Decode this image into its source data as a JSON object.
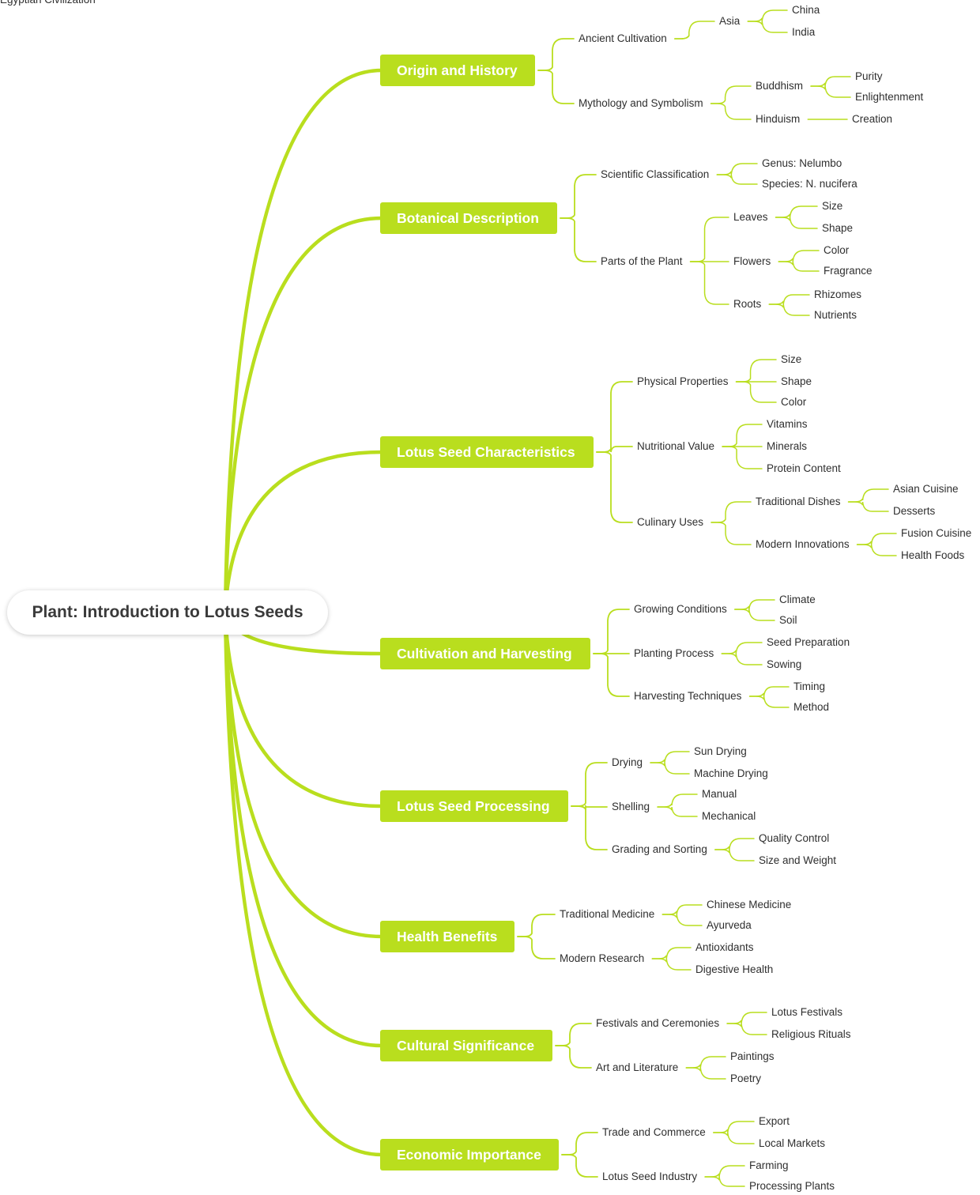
{
  "root": {
    "label": "Plant: Introduction to Lotus Seeds"
  },
  "colors": {
    "line": "#b9de1e",
    "branch_fill": "#b9de1e",
    "branch_text": "#ffffff",
    "text": "#2f2f2f"
  },
  "branches": [
    {
      "label": "Origin and History",
      "children": [
        {
          "label": "Ancient Cultivation",
          "children": [
            {
              "label": "Asia",
              "children": [
                {
                  "label": "China"
                },
                {
                  "label": "India"
                }
              ]
            },
            {
              "label": "Egyptian Civilization"
            }
          ]
        },
        {
          "label": "Mythology and Symbolism",
          "children": [
            {
              "label": "Buddhism",
              "children": [
                {
                  "label": "Purity"
                },
                {
                  "label": "Enlightenment"
                }
              ]
            },
            {
              "label": "Hinduism",
              "children": [
                {
                  "label": "Creation"
                }
              ]
            }
          ]
        }
      ]
    },
    {
      "label": "Botanical Description",
      "children": [
        {
          "label": "Scientific Classification",
          "children": [
            {
              "label": "Genus: Nelumbo"
            },
            {
              "label": "Species: N. nucifera"
            }
          ]
        },
        {
          "label": "Parts of the Plant",
          "children": [
            {
              "label": "Leaves",
              "children": [
                {
                  "label": "Size"
                },
                {
                  "label": "Shape"
                }
              ]
            },
            {
              "label": "Flowers",
              "children": [
                {
                  "label": "Color"
                },
                {
                  "label": "Fragrance"
                }
              ]
            },
            {
              "label": "Roots",
              "children": [
                {
                  "label": "Rhizomes"
                },
                {
                  "label": "Nutrients"
                }
              ]
            }
          ]
        }
      ]
    },
    {
      "label": "Lotus Seed Characteristics",
      "children": [
        {
          "label": "Physical Properties",
          "children": [
            {
              "label": "Size"
            },
            {
              "label": "Shape"
            },
            {
              "label": "Color"
            }
          ]
        },
        {
          "label": "Nutritional Value",
          "children": [
            {
              "label": "Vitamins"
            },
            {
              "label": "Minerals"
            },
            {
              "label": "Protein Content"
            }
          ]
        },
        {
          "label": "Culinary Uses",
          "children": [
            {
              "label": "Traditional Dishes",
              "children": [
                {
                  "label": "Asian Cuisine"
                },
                {
                  "label": "Desserts"
                }
              ]
            },
            {
              "label": "Modern Innovations",
              "children": [
                {
                  "label": "Fusion Cuisine"
                },
                {
                  "label": "Health Foods"
                }
              ]
            }
          ]
        }
      ]
    },
    {
      "label": "Cultivation and Harvesting",
      "children": [
        {
          "label": "Growing Conditions",
          "children": [
            {
              "label": "Climate"
            },
            {
              "label": "Soil"
            }
          ]
        },
        {
          "label": "Planting Process",
          "children": [
            {
              "label": "Seed Preparation"
            },
            {
              "label": "Sowing"
            }
          ]
        },
        {
          "label": "Harvesting Techniques",
          "children": [
            {
              "label": "Timing"
            },
            {
              "label": "Method"
            }
          ]
        }
      ]
    },
    {
      "label": "Lotus Seed Processing",
      "children": [
        {
          "label": "Drying",
          "children": [
            {
              "label": "Sun Drying"
            },
            {
              "label": "Machine Drying"
            }
          ]
        },
        {
          "label": "Shelling",
          "children": [
            {
              "label": "Manual"
            },
            {
              "label": "Mechanical"
            }
          ]
        },
        {
          "label": "Grading and Sorting",
          "children": [
            {
              "label": "Quality Control"
            },
            {
              "label": "Size and Weight"
            }
          ]
        }
      ]
    },
    {
      "label": "Health Benefits",
      "children": [
        {
          "label": "Traditional Medicine",
          "children": [
            {
              "label": "Chinese Medicine"
            },
            {
              "label": "Ayurveda"
            }
          ]
        },
        {
          "label": "Modern Research",
          "children": [
            {
              "label": "Antioxidants"
            },
            {
              "label": "Digestive Health"
            }
          ]
        }
      ]
    },
    {
      "label": "Cultural Significance",
      "children": [
        {
          "label": "Festivals and Ceremonies",
          "children": [
            {
              "label": "Lotus Festivals"
            },
            {
              "label": "Religious Rituals"
            }
          ]
        },
        {
          "label": "Art and Literature",
          "children": [
            {
              "label": "Paintings"
            },
            {
              "label": "Poetry"
            }
          ]
        }
      ]
    },
    {
      "label": "Economic Importance",
      "children": [
        {
          "label": "Trade and Commerce",
          "children": [
            {
              "label": "Export"
            },
            {
              "label": "Local Markets"
            }
          ]
        },
        {
          "label": "Lotus Seed Industry",
          "children": [
            {
              "label": "Farming"
            },
            {
              "label": "Processing Plants"
            }
          ]
        }
      ]
    }
  ]
}
